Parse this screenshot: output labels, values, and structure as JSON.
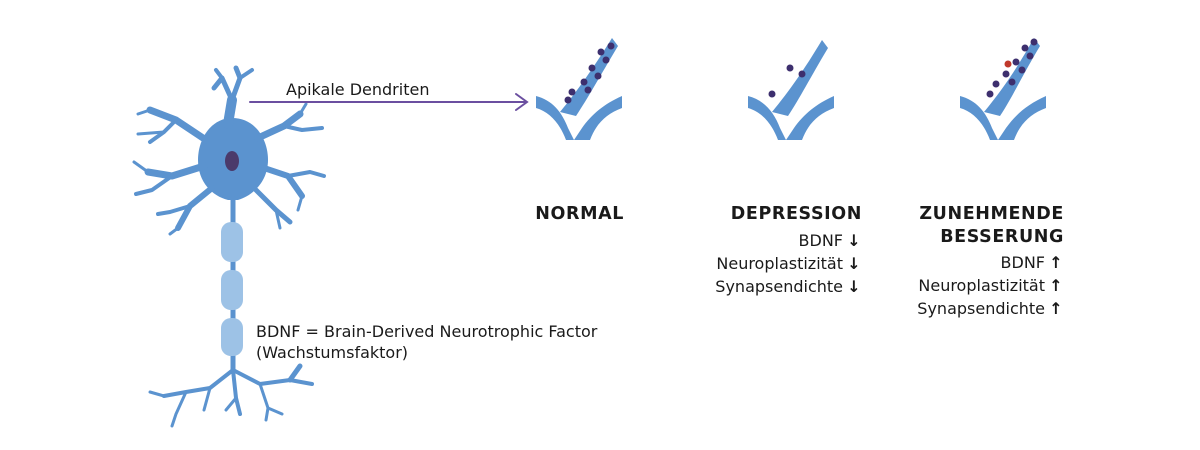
{
  "labels": {
    "apical_dendrites": "Apikale Dendriten",
    "bdnf_definition_line1": "BDNF = Brain-Derived Neurotrophic Factor",
    "bdnf_definition_line2": "(Wachstumsfaktor)"
  },
  "columns": {
    "normal": {
      "title": "NORMAL"
    },
    "depression": {
      "title": "DEPRESSION",
      "metrics": [
        {
          "name": "BDNF",
          "direction": "down",
          "arrow": "↓"
        },
        {
          "name": "Neuroplastizität",
          "direction": "down",
          "arrow": "↓"
        },
        {
          "name": "Synapsendichte",
          "direction": "down",
          "arrow": "↓"
        }
      ]
    },
    "improvement": {
      "title_line1": "ZUNEHMENDE",
      "title_line2": "BESSERUNG",
      "metrics": [
        {
          "name": "BDNF",
          "direction": "up",
          "arrow": "↑"
        },
        {
          "name": "Neuroplastizität",
          "direction": "up",
          "arrow": "↑"
        },
        {
          "name": "Synapsendichte",
          "direction": "up",
          "arrow": "↑"
        }
      ]
    }
  },
  "colors": {
    "neuron": "#5b93cf",
    "myelin": "#9dc2e6",
    "nucleus": "#4b3a6b",
    "arrow_line": "#6b4fa0",
    "spine": "#3d2f6e",
    "spine_accent": "#c0392b",
    "text": "#1a1a1a"
  },
  "icons": {
    "pointer_arrow": "right-arrow-icon"
  }
}
